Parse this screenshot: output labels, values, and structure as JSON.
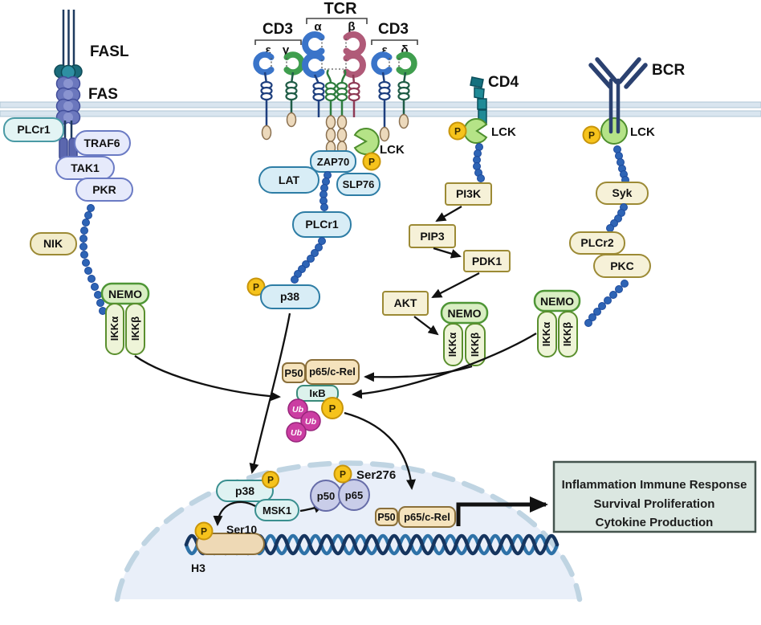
{
  "diagram": {
    "receptors": {
      "fasl": "FASL",
      "fas": "FAS",
      "tcr": "TCR",
      "cd3_left": "CD3",
      "cd3_right": "CD3",
      "tcr_alpha": "α",
      "tcr_beta": "β",
      "cd3_left_epsilon": "ε",
      "cd3_left_gamma": "γ",
      "cd3_right_epsilon": "ε",
      "cd3_right_delta": "δ",
      "cd4": "CD4",
      "bcr": "BCR"
    },
    "fas_pathway": {
      "plcr1": "PLCr1",
      "traf6": "TRAF6",
      "tak1": "TAK1",
      "pkr": "PKR",
      "nik": "NIK"
    },
    "tcr_pathway": {
      "zap70": "ZAP70",
      "lck": "LCK",
      "lat": "LAT",
      "slp76": "SLP76",
      "plcr1": "PLCr1",
      "p38": "p38"
    },
    "cd4_pathway": {
      "lck": "LCK",
      "pi3k": "PI3K",
      "pip3": "PIP3",
      "pdk1": "PDK1",
      "akt": "AKT"
    },
    "bcr_pathway": {
      "lck": "LCK",
      "syk": "Syk",
      "plcr2": "PLCr2",
      "pkc": "PKC"
    },
    "ikk_complex": {
      "nemo": "NEMO",
      "ikka": "IKKα",
      "ikkb": "IKKβ"
    },
    "nfkb": {
      "p50": "P50",
      "p65": "p65/c-Rel",
      "ikb": "IκB",
      "phospho": "P",
      "ub": "Ub"
    },
    "nucleus": {
      "p38": "p38",
      "msk1": "MSK1",
      "ser10": "Ser10",
      "h3": "H3",
      "p50_circle": "p50",
      "p65_circle": "p65",
      "ser276": "Ser276",
      "p50_dna": "P50",
      "p65_dna": "p65/c-Rel"
    },
    "outputs": {
      "line1": "Inflammation Immune Response",
      "line2": "Survival Proliferation",
      "line3": "Cytokine Production"
    },
    "colors": {
      "membrane": "#d9e5ef",
      "beads": "#2e64b5",
      "phospho": "#f6c31c",
      "ubiquitin": "#cb3da2",
      "green_complex": "#eaf3d6",
      "cream_box": "#f6f1d8",
      "blue_box": "#d8edf6",
      "lavender_box": "#e6eafb",
      "tan_box": "#f5e3bd",
      "cyan_box": "#dff2f2",
      "nucleus": "#e9eff9",
      "output_box": "#dbe7e1",
      "dna_dark": "#16355f",
      "dna_light": "#2e72a8",
      "lck_green": "#b5e387"
    }
  }
}
